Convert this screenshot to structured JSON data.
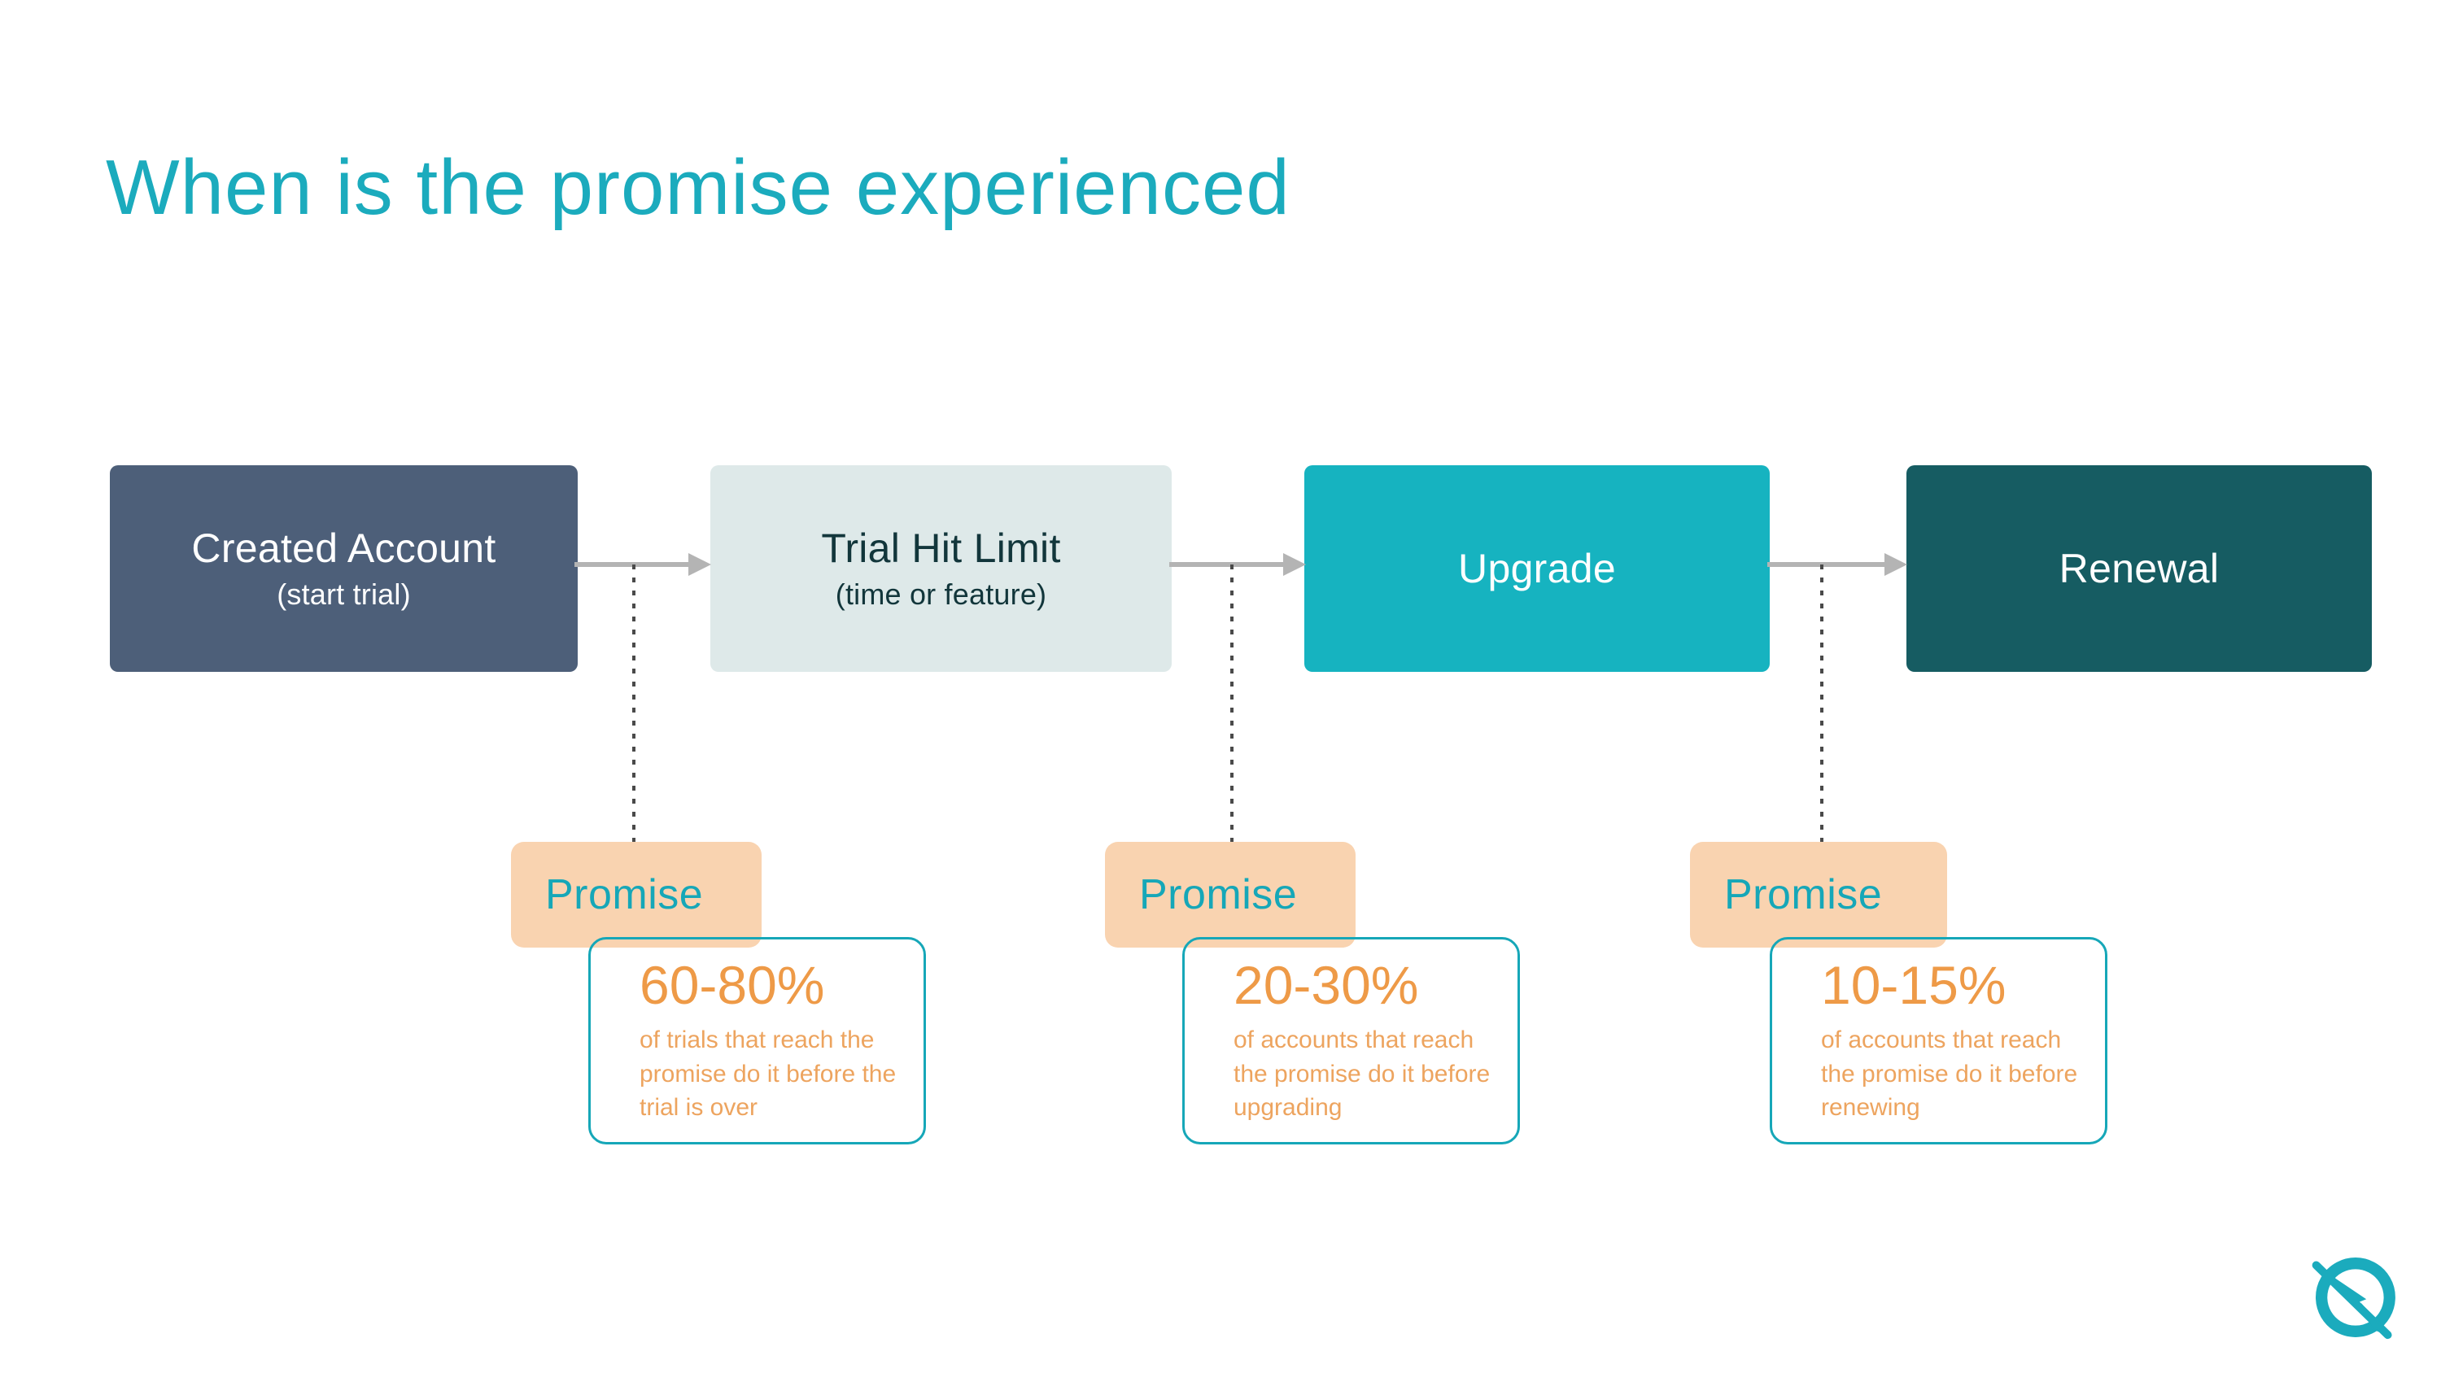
{
  "slide": {
    "title": "When is the promise experienced",
    "background_color": "#ffffff",
    "accent_teal": "#1BABBD",
    "accent_orange": "#EE9A47",
    "badge_peach": "#F9D3B0"
  },
  "stages": [
    {
      "label": "Created Account",
      "sublabel": "(start trial)",
      "fill": "#4D5F79",
      "text_color": "#ffffff"
    },
    {
      "label": "Trial Hit Limit",
      "sublabel": "(time or feature)",
      "fill": "#DEE9E9",
      "text_color": "#12363B"
    },
    {
      "label": "Upgrade",
      "sublabel": "",
      "fill": "#16B3C0",
      "text_color": "#ffffff"
    },
    {
      "label": "Renewal",
      "sublabel": "",
      "fill": "#165C62",
      "text_color": "#ffffff"
    }
  ],
  "promises": [
    {
      "badge_label": "Promise",
      "value": "60-80%",
      "description": "of trials that reach the promise do it before the trial is over"
    },
    {
      "badge_label": "Promise",
      "value": "20-30%",
      "description": "of accounts that reach the promise do it before upgrading"
    },
    {
      "badge_label": "Promise",
      "value": "10-15%",
      "description": "of accounts that reach the promise do it before renewing"
    }
  ],
  "logo": {
    "name": "quettra-q-logo",
    "color": "#1BABBD"
  }
}
